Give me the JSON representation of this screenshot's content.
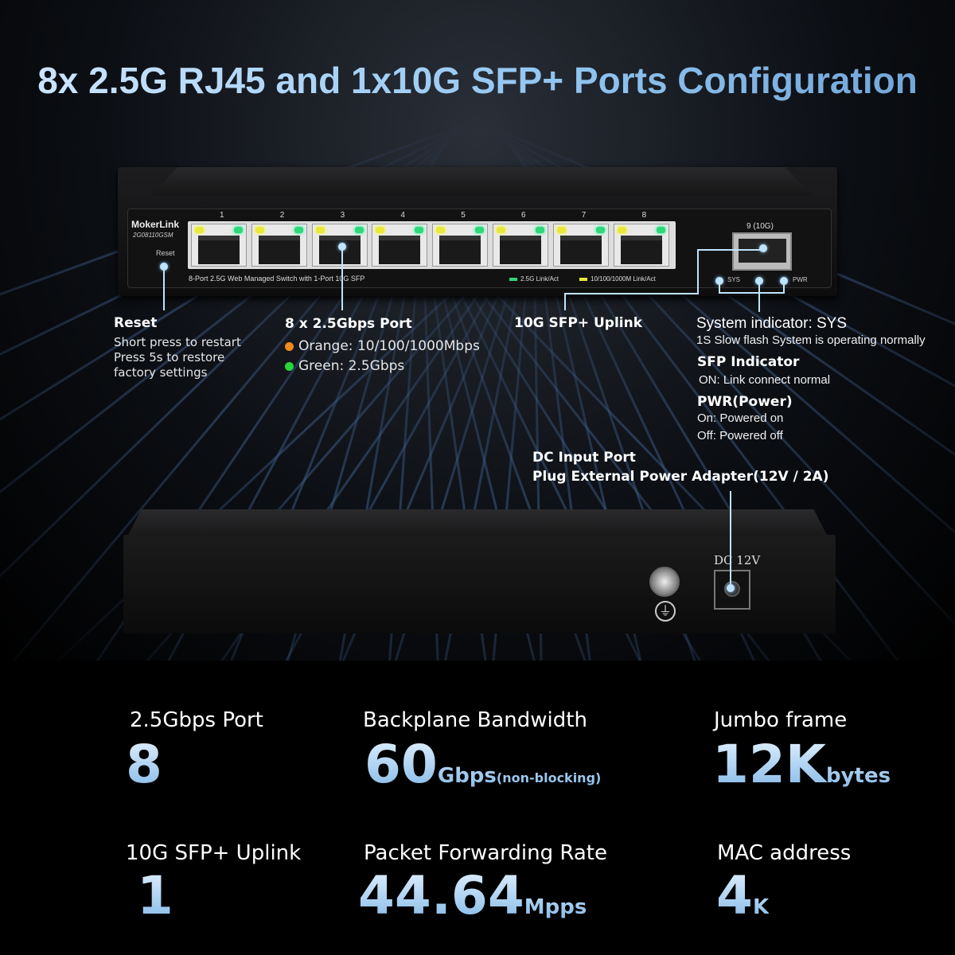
{
  "title": "8x 2.5G RJ45 and 1x10G SFP+ Ports Configuration",
  "device": {
    "brand": "MokerLink",
    "model": "2G08110GSM",
    "reset_label": "Reset",
    "ports": [
      "1",
      "2",
      "3",
      "4",
      "5",
      "6",
      "7",
      "8"
    ],
    "sfp_label": "9 (10G)",
    "caption": "8-Port 2.5G Web Managed Switch with 1-Port 10G SFP",
    "legend_green": "2.5G Link/Act",
    "legend_yellow": "10/100/1000M Link/Act",
    "sys": "SYS",
    "pwr": "PWR",
    "dc_label": "DC 12V",
    "colors": {
      "green": "#2fd67a",
      "yellow": "#e8e83a",
      "accent": "#bfe4ff"
    }
  },
  "annotations": {
    "reset": {
      "title": "Reset",
      "lines": [
        "Short press to restart",
        "Press 5s to restore",
        "factory settings"
      ]
    },
    "ports": {
      "title": "8 x 2.5Gbps Port",
      "orange": "Orange: 10/100/1000Mbps",
      "green": "Green: 2.5Gbps"
    },
    "sfp": {
      "title": "10G SFP+ Uplink"
    },
    "sys": {
      "title": "System indicator: SYS",
      "desc": "1S Slow flash System is operating normally"
    },
    "sfp_ind": {
      "title": "SFP Indicator",
      "desc": "ON: Link connect normal"
    },
    "pwr": {
      "title": "PWR(Power)",
      "on": "On: Powered on",
      "off": "Off: Powered off"
    },
    "dc": {
      "title": "DC Input Port",
      "desc": "Plug External Power Adapter(12V / 2A)"
    }
  },
  "stats": [
    {
      "label": "2.5Gbps Port",
      "value": "8",
      "unit": "",
      "note": ""
    },
    {
      "label": "Backplane Bandwidth",
      "value": "60",
      "unit": "Gbps",
      "note": "(non-blocking)"
    },
    {
      "label": "Jumbo frame",
      "value": "12K",
      "unit": "bytes",
      "note": ""
    },
    {
      "label": "10G SFP+ Uplink",
      "value": "1",
      "unit": "",
      "note": ""
    },
    {
      "label": "Packet Forwarding Rate",
      "value": "44.64",
      "unit": "Mpps",
      "note": ""
    },
    {
      "label": "MAC address",
      "value": "4",
      "unit": "K",
      "note": ""
    }
  ]
}
